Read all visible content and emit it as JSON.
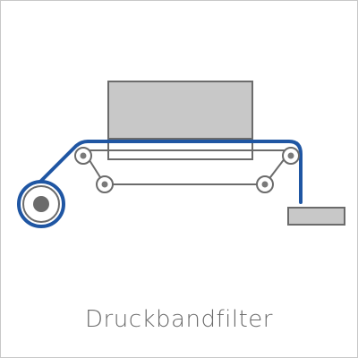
{
  "caption": "Druckbandfilter",
  "colors": {
    "belt": "#1f56a3",
    "stroke": "#6b6b6b",
    "fill_gray": "#c8c8c8",
    "roller_fill": "#ffffff",
    "roller_core": "#7a7a7a",
    "background": "#ffffff",
    "border": "#c8c8c8"
  },
  "components": {
    "press": "rectangle",
    "filter_belt": "belt-line",
    "supply_roll": "roll",
    "rollers": "guide-roller",
    "discharge": "tray"
  }
}
